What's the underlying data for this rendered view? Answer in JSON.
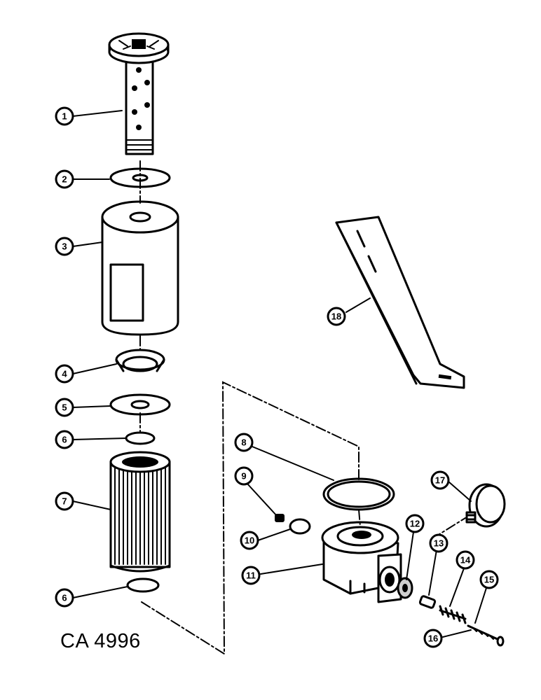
{
  "figure_code": "CA 4996",
  "callouts": [
    {
      "id": "c1",
      "label": "1"
    },
    {
      "id": "c2",
      "label": "2"
    },
    {
      "id": "c3",
      "label": "3"
    },
    {
      "id": "c4",
      "label": "4"
    },
    {
      "id": "c5",
      "label": "5"
    },
    {
      "id": "c6a",
      "label": "6"
    },
    {
      "id": "c7",
      "label": "7"
    },
    {
      "id": "c6b",
      "label": "6"
    },
    {
      "id": "c8",
      "label": "8"
    },
    {
      "id": "c9",
      "label": "9"
    },
    {
      "id": "c10",
      "label": "10"
    },
    {
      "id": "c11",
      "label": "11"
    },
    {
      "id": "c12",
      "label": "12"
    },
    {
      "id": "c13",
      "label": "13"
    },
    {
      "id": "c14",
      "label": "14"
    },
    {
      "id": "c15",
      "label": "15"
    },
    {
      "id": "c16",
      "label": "16"
    },
    {
      "id": "c17",
      "label": "17"
    },
    {
      "id": "c18",
      "label": "18"
    }
  ]
}
